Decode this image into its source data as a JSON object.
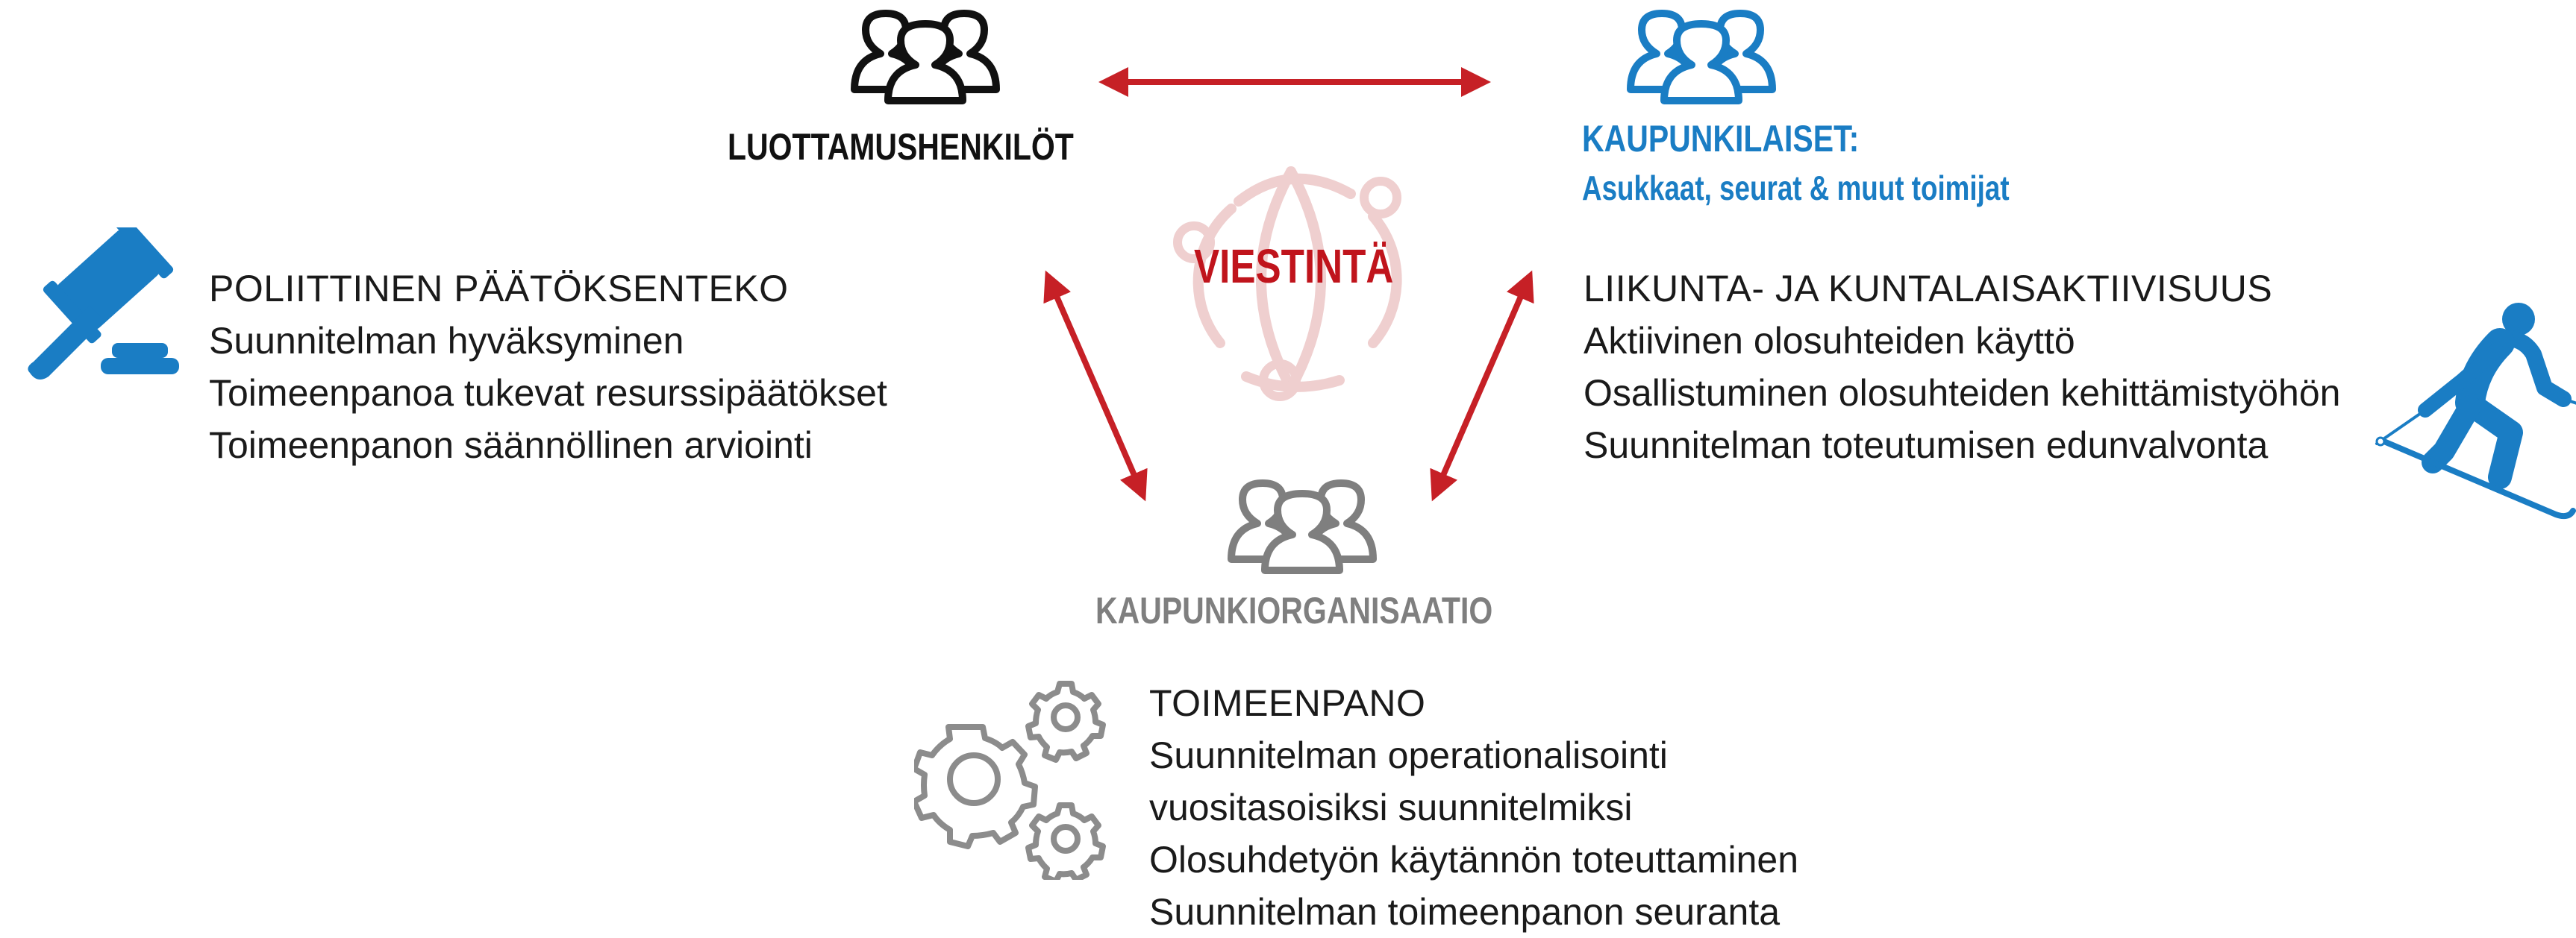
{
  "groups": {
    "officials": {
      "label": "LUOTTAMUSHENKILÖT",
      "color": "#111111"
    },
    "citizens": {
      "label": "KAUPUNKILAISET:",
      "sublabel": "Asukkaat, seurat & muut toimijat",
      "color": "#1a7dc4"
    },
    "organization": {
      "label": "KAUPUNKIORGANISAATIO",
      "color": "#7f7f7f"
    }
  },
  "center": {
    "label": "VIESTINTÄ",
    "color": "#c0141c",
    "icon_color": "#efcfcf"
  },
  "arrow_color": "#c62026",
  "blocks": {
    "political": {
      "heading": "POLIITTINEN PÄÄTÖKSENTEKO",
      "lines": [
        "Suunnitelman hyväksyminen",
        "Toimeenpanoa tukevat resurssipäätökset",
        "Toimeenpanon säännöllinen arviointi"
      ]
    },
    "activity": {
      "heading": "LIIKUNTA- JA KUNTALAISAKTIIVISUUS",
      "lines": [
        "Aktiivinen olosuhteiden käyttö",
        "Osallistuminen olosuhteiden kehittämistyöhön",
        "Suunnitelman toteutumisen edunvalvonta"
      ]
    },
    "implementation": {
      "heading": "TOIMEENPANO",
      "lines": [
        "Suunnitelman operationalisointi",
        "vuositasoisiksi suunnitelmiksi",
        "Olosuhdetyön käytännön toteuttaminen",
        "Suunnitelman toimeenpanon seuranta"
      ]
    }
  },
  "icons": {
    "officials": "people-group-icon",
    "citizens": "people-group-icon",
    "organization": "people-group-icon",
    "political": "gavel-icon",
    "activity": "skier-icon",
    "implementation": "gears-icon",
    "center": "globe-network-icon"
  }
}
